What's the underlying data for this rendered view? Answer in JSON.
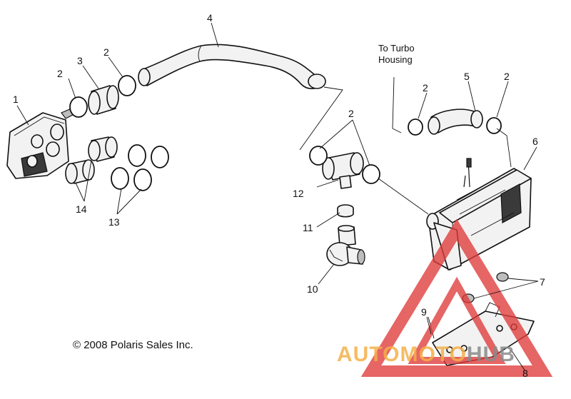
{
  "callouts": {
    "c1": "1",
    "c2a": "2",
    "c2b": "2",
    "c2c": "2",
    "c2d": "2",
    "c2e": "2",
    "c3": "3",
    "c4": "4",
    "c5": "5",
    "c6": "6",
    "c7": "7",
    "c8": "8",
    "c9": "9",
    "c10": "10",
    "c11": "11",
    "c12": "12",
    "c13": "13",
    "c14": "14"
  },
  "note": {
    "line1": "To Turbo",
    "line2": "Housing"
  },
  "copyright": "© 2008 Polaris Sales Inc.",
  "watermark": {
    "text_left": "AUTOM",
    "text_mid": "OTO",
    "text_right": "HUB",
    "color_primary": "#f5b049",
    "color_secondary": "#8a8a8a",
    "triangle_color": "#e03a3a"
  }
}
